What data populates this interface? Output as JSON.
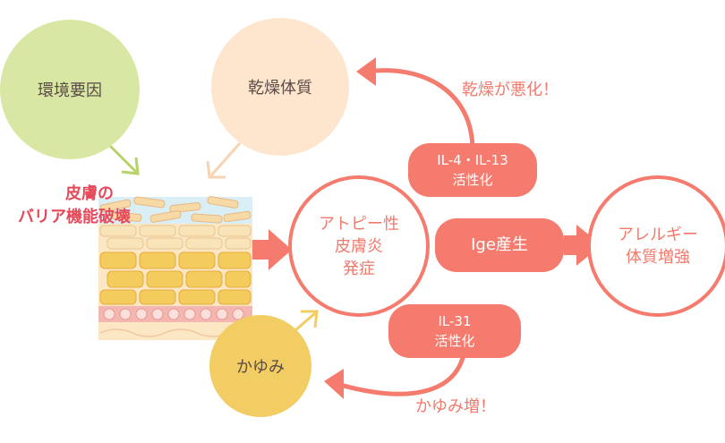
{
  "nodes": {
    "environment": "環境要因",
    "dry_constitution": "乾燥体質",
    "barrier": {
      "line1": "皮膚の",
      "line2": "バリア機能破壊"
    },
    "atopic": {
      "line1": "アトピー性",
      "line2": "皮膚炎",
      "line3": "発症"
    },
    "allergy": {
      "line1": "アレルギー",
      "line2": "体質増強"
    },
    "itch": "かゆみ"
  },
  "pills": {
    "il4_13": {
      "line1": "IL-4・IL-13",
      "line2": "活性化"
    },
    "ige": "Ige産生",
    "il31": {
      "line1": "IL-31",
      "line2": "活性化"
    }
  },
  "labels": {
    "dry_worse": "乾燥が悪化！",
    "itch_increase": "かゆみ増！"
  },
  "colors": {
    "green_circle": "#d8e7a3",
    "peach_circle": "#fde6cd",
    "yellow_circle": "#f2cd63",
    "salmon": "#f57b6e",
    "red_text": "#e64a5a"
  }
}
